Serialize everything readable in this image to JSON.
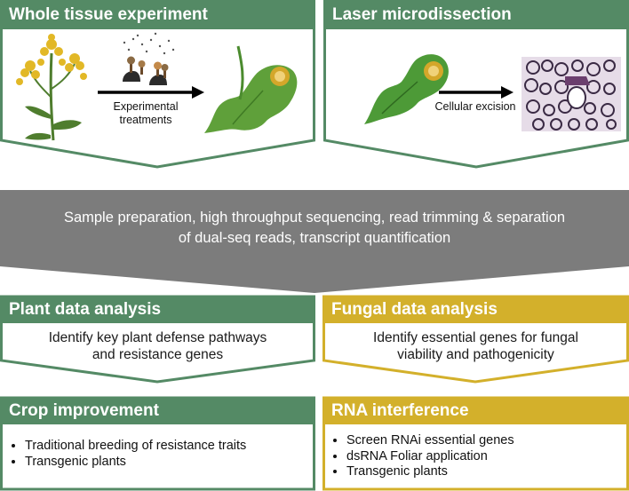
{
  "colors": {
    "green": "#548a65",
    "yellow": "#d3b02b",
    "gray": "#7c7c7c"
  },
  "panels": {
    "whole_tissue": {
      "title": "Whole tissue experiment",
      "label": "Experimental treatments"
    },
    "laser": {
      "title": "Laser microdissection",
      "label": "Cellular excision"
    }
  },
  "pipeline": {
    "line1": "Sample preparation, high throughput sequencing, read trimming & separation",
    "line2": "of dual-seq reads, transcript quantification"
  },
  "plant": {
    "title": "Plant data analysis",
    "line1": "Identify key plant defense pathways",
    "line2": "and resistance genes"
  },
  "fungal": {
    "title": "Fungal data analysis",
    "line1": "Identify essential genes for fungal",
    "line2": "viability and pathogenicity"
  },
  "crop": {
    "title": "Crop improvement",
    "items": [
      "Traditional breeding of resistance traits",
      "Transgenic plants"
    ]
  },
  "rnai": {
    "title": "RNA interference",
    "items": [
      "Screen RNAi essential genes",
      "dsRNA Foliar application",
      "Transgenic plants"
    ]
  }
}
